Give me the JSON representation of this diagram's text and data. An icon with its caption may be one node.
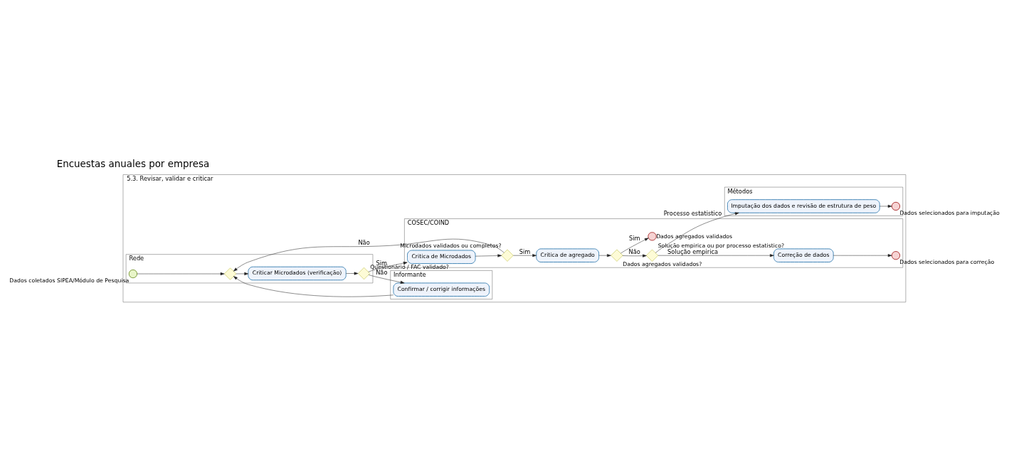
{
  "diagram": {
    "nodes": [
      {
        "text": [
          "5.3. Revisar, validar e criticar"
        ]
      },
      {
        "text": [
          "Informante"
        ],
        "in": 0
      },
      {
        "text": [
          "Rede"
        ],
        "in": 0
      },
      {
        "text": [
          "COSEC/COIND"
        ],
        "in": 0
      },
      {
        "text": [
          "Métodos"
        ],
        "in": 0
      },
      {
        "text": [
          "Confirmar / corrigir informações"
        ],
        "in": 1
      },
      {
        "text": [],
        "shape": "circle",
        "beside": [
          "Dados coletados SIPEA/Módulo de Pesquisa"
        ],
        "in": 2
      },
      {
        "text": [],
        "shape": "diamond",
        "in": 2
      },
      {
        "text": [
          "Criticar Microdados (verificação)"
        ],
        "in": 2
      },
      {
        "text": [],
        "shape": "diamond",
        "beside": [
          "Questionário / FAC validado?"
        ],
        "in": 2
      },
      {
        "text": [
          "Critica de Microdados"
        ],
        "in": 3
      },
      {
        "text": [],
        "shape": "diamond",
        "beside": [
          "Microdados validados ou completos?"
        ],
        "in": 3
      },
      {
        "text": [
          "Critica de agregado"
        ],
        "in": 3
      },
      {
        "text": [],
        "shape": "diamond",
        "beside": [
          "Dados agregados validados?"
        ],
        "in": 3
      },
      {
        "text": [],
        "shape": "diamond",
        "beside": [
          "Solução empirica ou por processo estatistico?"
        ],
        "in": 3
      },
      {
        "text": [
          "Correção de dados"
        ],
        "in": 3
      },
      {
        "text": [],
        "shape": "circle",
        "beside": [
          "Dados agregados validados"
        ],
        "in": 3
      },
      {
        "text": [],
        "shape": "circle",
        "beside": [
          "Dados selecionados para correção"
        ],
        "in": 3
      },
      {
        "text": [
          "Imputação dos dados e revisão de estrutura de peso"
        ],
        "in": 4
      },
      {
        "text": [],
        "shape": "circle",
        "beside": [
          "Dados selecionados para imputação"
        ],
        "in": 4
      }
    ],
    "edges": [
      {
        "from": 6,
        "to": 7,
        "arrow": "to"
      },
      {
        "from": 7,
        "to": 8,
        "arrow": "to"
      },
      {
        "from": 8,
        "to": 9,
        "arrow": "to"
      },
      {
        "from": 9,
        "to": 5,
        "arrow": "to",
        "label": "Não"
      },
      {
        "from": 5,
        "to": 7,
        "arrow": "to"
      },
      {
        "from": 9,
        "to": 10,
        "arrow": "to",
        "label": "Sim"
      },
      {
        "from": 10,
        "to": 11,
        "arrow": "to"
      },
      {
        "from": 11,
        "to": 12,
        "arrow": "to",
        "label": "Sim"
      },
      {
        "from": 11,
        "to": 7,
        "arrow": "to",
        "label": "Não"
      },
      {
        "from": 12,
        "to": 13,
        "arrow": "to"
      },
      {
        "from": 13,
        "to": 16,
        "arrow": "to",
        "label": "Sim"
      },
      {
        "from": 13,
        "to": 14,
        "arrow": "to",
        "label": "Não"
      },
      {
        "from": 14,
        "to": 15,
        "arrow": "to",
        "label": "Solução empirica"
      },
      {
        "from": 15,
        "to": 17,
        "arrow": "to"
      },
      {
        "from": 14,
        "to": 18,
        "arrow": "to",
        "label": "Processo estatistico"
      },
      {
        "from": 18,
        "to": 19,
        "arrow": "to"
      }
    ],
    "labels": [
      "Encuestas anuales por empresa"
    ]
  }
}
